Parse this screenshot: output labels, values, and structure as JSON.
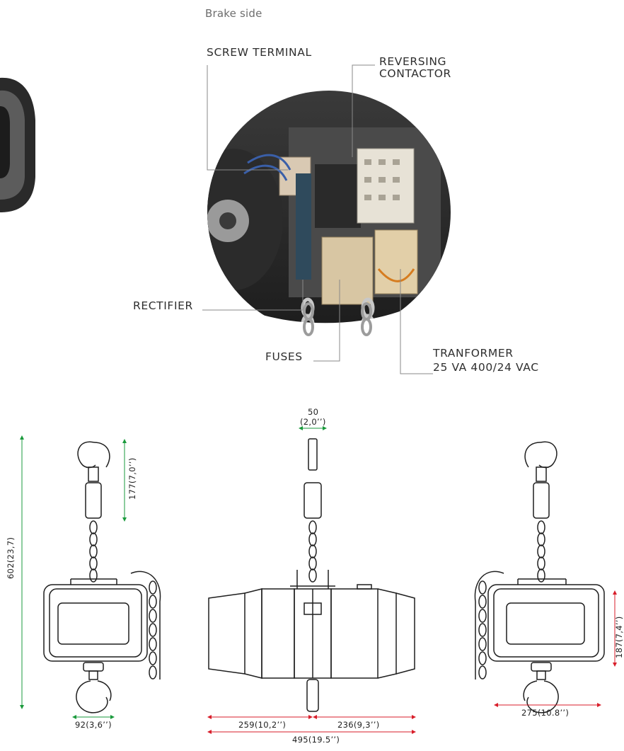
{
  "header": {
    "caption": "Brake side"
  },
  "callouts": {
    "screw_terminal": "SCREW TERMINAL",
    "reversing_contactor_1": "REVERSING",
    "reversing_contactor_2": "CONTACTOR",
    "rectifier": "RECTIFIER",
    "fuses": "FUSES",
    "transformer_1": "TRANFORMER",
    "transformer_2": "25 VA 400/24 VAC"
  },
  "dimensions": {
    "top_width": "50",
    "top_width_in": "(2,0’’)",
    "hook_height": "177(7,0’’)",
    "overall_height": "602(23,7)",
    "body_depth_left": "92(3,6’’)",
    "left_side": "259(10,2’’)",
    "right_side": "236(9,3’’)",
    "total_width": "495(19.5’’)",
    "right_view_width": "275(10.8’’)",
    "right_view_height": "187(7,4’’)"
  },
  "colors": {
    "dim_green": "#1a9a3c",
    "dim_red": "#d81e2a",
    "leader": "#8a8a8a"
  }
}
